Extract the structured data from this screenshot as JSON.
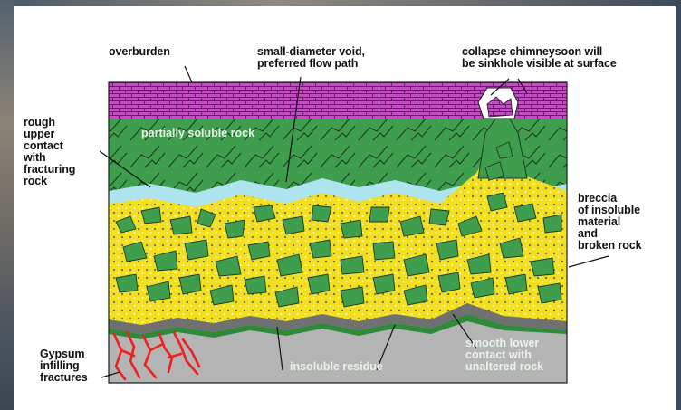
{
  "labels": {
    "overburden": "overburden",
    "void": "small-diameter void,\npreferred flow path",
    "chimney": "collapse chimneysoon will\nbe sinkhole visible at surface",
    "rough_contact": "rough\nupper\ncontact\nwith\nfracturing\nrock",
    "breccia": "breccia\nof insoluble\nmaterial\nand\nbroken rock",
    "gypsum": "Gypsum\ninfilling\nfractures",
    "partially_soluble": "partially soluble rock",
    "insoluble_residue": "insoluble residue",
    "smooth_contact": "smooth lower\ncontact with\nunaltered rock"
  },
  "colors": {
    "overburden": "#c050c0",
    "soluble_rock": "#3e9e4e",
    "breccia_matrix": "#f2e020",
    "void": "#aee4ee",
    "residue_band": "#707070",
    "lower_rock": "#b4b4b4",
    "gypsum": "#ee2020"
  }
}
